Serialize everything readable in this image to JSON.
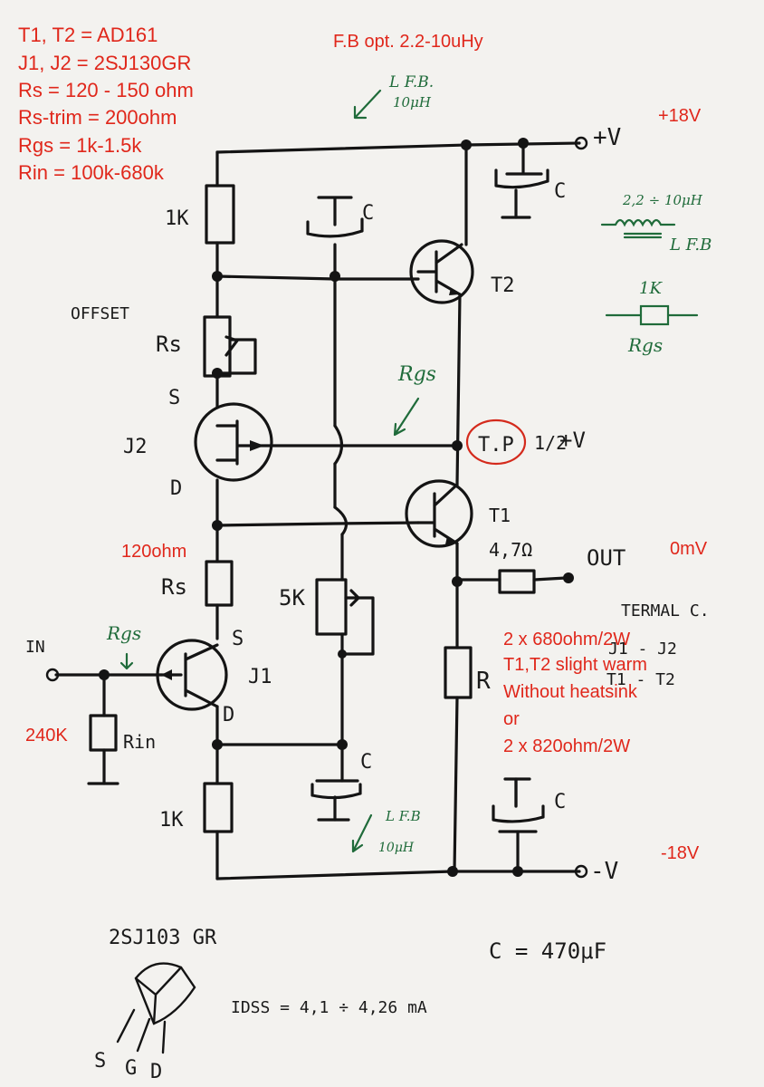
{
  "notes_red": {
    "line1": "T1, T2 = AD161",
    "line2": "J1, J2 = 2SJ130GR",
    "line3": "Rs = 120 - 150 ohm",
    "line4": "Rs-trim = 200ohm",
    "line5": "Rgs = 1k-1.5k",
    "line6": "Rin = 100k-680k",
    "fb_opt": "F.B opt. 2.2-10uHy",
    "plus_v": "+18V",
    "minus_v": "-18V",
    "out_mv": "0mV",
    "rs_value": "120ohm",
    "rin_value": "240K",
    "r_note1": "2 x 680ohm/2W",
    "r_note2": "T1,T2 slight warm",
    "r_note3": "Without heatsink",
    "r_note4": "or",
    "r_note5": "2 x 820ohm/2W"
  },
  "handwritten": {
    "lfb_top": "L F.B.",
    "lfb_top_val": "10μH",
    "plus_v_label": "+V",
    "minus_v_label": "-V",
    "c_top_right": "C",
    "c_top_mid": "C",
    "c_mid_bottom": "C",
    "c_bottom_right": "C",
    "r1k_top": "1K",
    "r1k_bottom": "1K",
    "offset": "OFFSET",
    "rs_top": "Rs",
    "rs_bottom": "Rs",
    "s_j2": "S",
    "d_j2": "D",
    "j2": "J2",
    "t2": "T2",
    "t1": "T1",
    "tp": "T.P",
    "half": "1/2",
    "half_v": "+V",
    "r47": "4,7Ω",
    "out": "OUT",
    "trim_5k": "5K",
    "in": "IN",
    "rin": "Rin",
    "s_j1": "S",
    "d_j1": "D",
    "j1": "J1",
    "r_label": "R",
    "termal": "TERMAL C.",
    "j1j2": "J1 - J2",
    "t1t2": "T1 - T2",
    "lfb_bottom": "L F.B",
    "lfb_bottom_val": "10μH",
    "part": "2SJ103 GR",
    "c_value": "C = 470μF",
    "idss": "IDSS = 4,1 ÷ 4,26 mA",
    "pin_s": "S",
    "pin_g": "G",
    "pin_d": "D"
  },
  "green_notes": {
    "lfb_side_val": "2,2 ÷ 10μH",
    "lfb_side": "L F.B",
    "r1k_side": "1K",
    "rgs_side": "Rgs",
    "rgs_mid": "Rgs",
    "rgs_in": "Rgs"
  },
  "colors": {
    "paper": "#f3f2ef",
    "ink": "#141414",
    "red": "#e0271b",
    "green": "#1f6b3a"
  }
}
